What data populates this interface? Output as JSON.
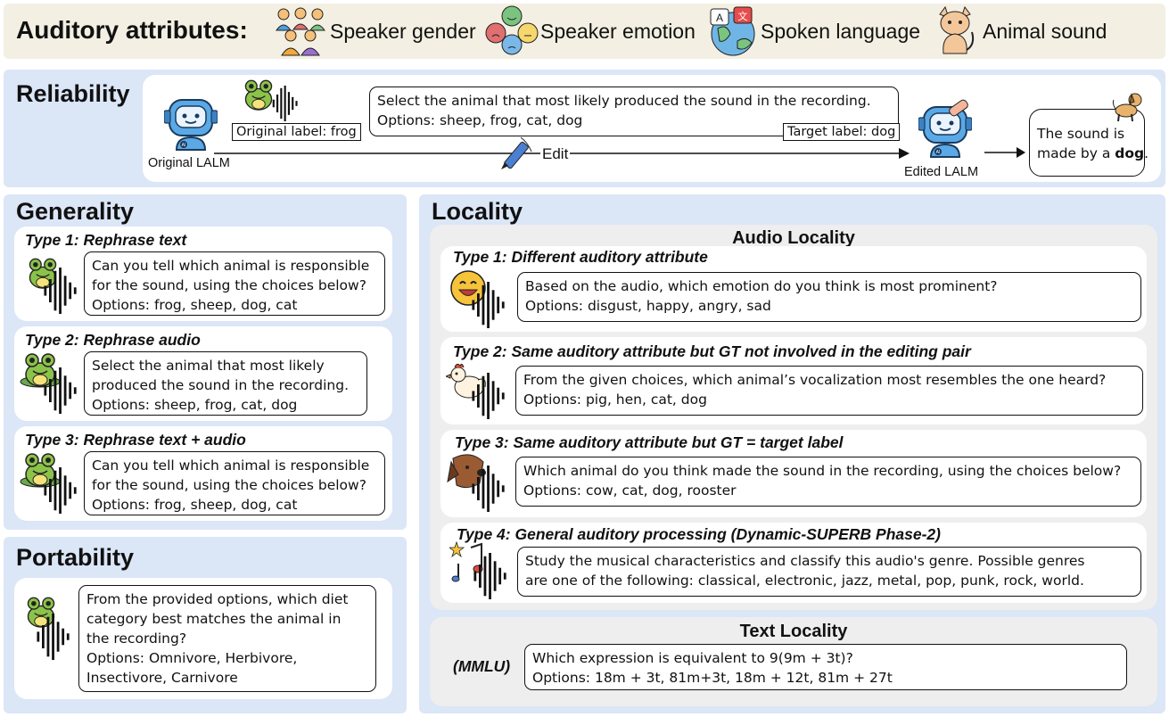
{
  "attributes": {
    "title": "Auditory attributes:",
    "items": [
      {
        "label": "Speaker gender",
        "icon": "people-icon"
      },
      {
        "label": "Speaker emotion",
        "icon": "emotion-faces-icon"
      },
      {
        "label": "Spoken language",
        "icon": "language-globe-icon"
      },
      {
        "label": "Animal sound",
        "icon": "cat-icon"
      }
    ]
  },
  "reliability": {
    "title": "Reliability",
    "question_line1": "Select the animal that most likely produced the sound in the recording.",
    "question_line2": "Options: sheep, frog, cat, dog",
    "original_label": "Original label: frog",
    "target_label": "Target label: dog",
    "edit_label": "Edit",
    "original_model": "Original LALM",
    "edited_model": "Edited LALM",
    "answer_prefix": "The sound is",
    "answer_mid": "made by a ",
    "answer_bold": "dog",
    "answer_end": "."
  },
  "generality": {
    "title": "Generality",
    "types": [
      {
        "label": "Type 1: Rephrase text",
        "lines": [
          "Can you tell which animal is responsible",
          "for the sound, using the choices below?",
          "Options: frog, sheep, dog, cat"
        ]
      },
      {
        "label": "Type 2: Rephrase audio",
        "lines": [
          "Select the animal that most likely",
          "produced the sound in the recording.",
          "Options: sheep, frog, cat, dog"
        ]
      },
      {
        "label": "Type 3: Rephrase text + audio",
        "lines": [
          "Can you tell which animal is responsible",
          "for the sound, using the choices below?",
          "Options: frog, sheep, dog, cat"
        ]
      }
    ]
  },
  "portability": {
    "title": "Portability",
    "lines": [
      "From the provided options, which diet",
      "category best matches the animal in",
      "the recording?",
      "Options: Omnivore, Herbivore,",
      "Insectivore, Carnivore"
    ]
  },
  "locality": {
    "title": "Locality",
    "audio_title": "Audio Locality",
    "types": [
      {
        "label": "Type 1: Different auditory attribute",
        "lines": [
          "Based on the audio, which emotion do you think is most prominent?",
          "Options: disgust, happy, angry, sad"
        ]
      },
      {
        "label": "Type 2: Same auditory attribute but GT not involved in the editing pair",
        "lines": [
          "From the given choices, which animal’s vocalization most resembles the one heard?",
          "Options: pig, hen, cat, dog"
        ]
      },
      {
        "label": "Type 3: Same auditory attribute but GT = target label",
        "lines": [
          "Which animal do you think made the sound in the recording, using the choices below?",
          "Options: cow, cat, dog, rooster"
        ]
      },
      {
        "label": "Type 4: General auditory processing (Dynamic-SUPERB Phase-2)",
        "lines": [
          "Study the musical characteristics and classify this audio's genre. Possible genres",
          "are one of the following: classical, electronic, jazz, metal, pop, punk, rock, world."
        ]
      }
    ],
    "text_title": "Text Locality",
    "mmlu_label": "(MMLU)",
    "text_lines": [
      "Which expression is equivalent to 9(9m + 3t)?",
      "Options: 18m + 3t, 81m+3t, 18m + 12t, 81m + 27t"
    ]
  },
  "colors": {
    "panel": "#dbe6f7",
    "frog": "#8bc34a",
    "robot": "#5aa9e6"
  }
}
